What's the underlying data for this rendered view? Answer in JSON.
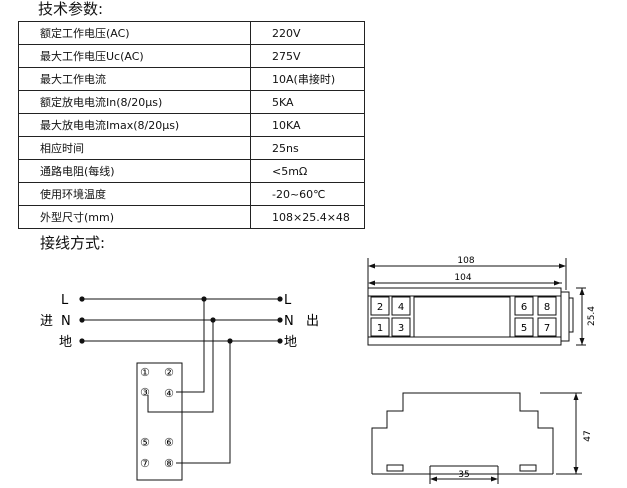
{
  "headings": {
    "specs": "技术参数:",
    "wiring": "接线方式:"
  },
  "specs": [
    {
      "key": "额定工作电压(AC)",
      "value": "220V"
    },
    {
      "key": "最大工作电压Uc(AC)",
      "value": "275V"
    },
    {
      "key": "最大工作电流",
      "value": "10A(串接时)"
    },
    {
      "key": "额定放电电流In(8/20μs)",
      "value": "5KA"
    },
    {
      "key": "最大放电电流Imax(8/20μs)",
      "value": "10KA"
    },
    {
      "key": "相应时间",
      "value": "25ns"
    },
    {
      "key": "通路电阻(每线)",
      "value": "<5mΩ"
    },
    {
      "key": "使用环境温度",
      "value": "-20~60℃"
    },
    {
      "key": "外型尺寸(mm)",
      "value": "108×25.4×48"
    }
  ],
  "wiring": {
    "line_labels_left": [
      "L",
      "N",
      "地"
    ],
    "line_labels_right": [
      "L",
      "N",
      "地"
    ],
    "in_label": "进",
    "out_label": "出",
    "terminals": [
      "①",
      "②",
      "③",
      "④",
      "⑤",
      "⑥",
      "⑦",
      "⑧"
    ]
  },
  "dimensions": {
    "width_outer": "108",
    "width_inner": "104",
    "height": "25.4",
    "depth": "47",
    "rail": "35",
    "front_terminals_top": [
      "2",
      "4",
      "6",
      "8"
    ],
    "front_terminals_bottom": [
      "1",
      "3",
      "5",
      "7"
    ]
  }
}
